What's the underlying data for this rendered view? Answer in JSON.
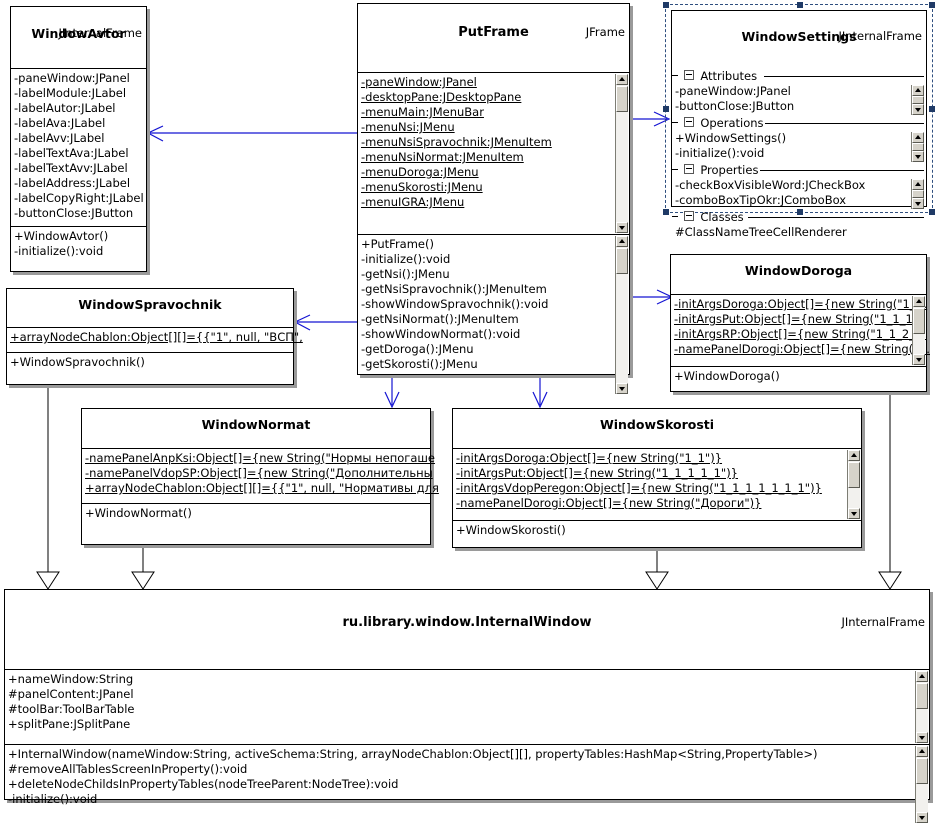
{
  "diagram": {
    "kind": "uml-class-diagram",
    "accent_line_color": "#1414d2",
    "selection_color": "#2f4f7f",
    "shadow_color": "#9a9a9a"
  },
  "classes": {
    "window_avtor": {
      "stereotype": "JInternalFrame",
      "name": "WindowAvtor",
      "attributes": [
        "-paneWindow:JPanel",
        "-labelModule:JLabel",
        "-labelAutor:JLabel",
        "-labelAva:JLabel",
        "-labelAvv:JLabel",
        "-labelTextAva:JLabel",
        "-labelTextAvv:JLabel",
        "-labelAddress:JLabel",
        "-labelCopyRight:JLabel",
        "-buttonClose:JButton"
      ],
      "operations": [
        "+WindowAvtor()",
        "-initialize():void"
      ]
    },
    "put_frame": {
      "stereotype": "JFrame",
      "name": "PutFrame",
      "attributes": [
        "-paneWindow:JPanel",
        "-desktopPane:JDesktopPane",
        "-menuMain:JMenuBar",
        "-menuNsi:JMenu",
        "-menuNsiSpravochnik:JMenuItem",
        "-menuNsiNormat:JMenuItem",
        "-menuDoroga:JMenu",
        "-menuSkorosti:JMenu",
        "-menuIGRA:JMenu"
      ],
      "operations": [
        "+PutFrame()",
        "-initialize():void",
        "-getNsi():JMenu",
        "-getNsiSpravochnik():JMenuItem",
        "-showWindowSpravochnik():void",
        "-getNsiNormat():JMenuItem",
        "-showWindowNormat():void",
        "-getDoroga():JMenu",
        "-getSkorosti():JMenu"
      ]
    },
    "window_settings": {
      "stereotype": "JInternalFrame",
      "name": "WindowSettings",
      "selected": true,
      "groups": [
        {
          "label": "Attributes",
          "rows": [
            "-paneWindow:JPanel",
            "-buttonClose:JButton"
          ]
        },
        {
          "label": "Operations",
          "rows": [
            "+WindowSettings()",
            "-initialize():void"
          ]
        },
        {
          "label": "Properties",
          "rows": [
            "-checkBoxVisibleWord:JCheckBox",
            "-comboBoxTipOkr:JComboBox"
          ]
        },
        {
          "label": "Classes",
          "rows": [
            "#ClassNameTreeCellRenderer"
          ]
        }
      ]
    },
    "window_doroga": {
      "stereotype": "",
      "name": "WindowDoroga",
      "attributes": [
        "-initArgsDoroga:Object[]={new String(\"1_…",
        "-initArgsPut:Object[]={new String(\"1_1_1…",
        "-initArgsRP:Object[]={new String(\"1_1_2_…",
        "-namePanelDorogi:Object[]={new String(\"…"
      ],
      "operations": [
        "+WindowDoroga()"
      ]
    },
    "window_spravochnik": {
      "stereotype": "",
      "name": "WindowSpravochnik",
      "attributes": [
        "+arrayNodeChablon:Object[][]={{\"1\", null, \"ВСП\","
      ],
      "operations": [
        "+WindowSpravochnik()"
      ]
    },
    "window_normat": {
      "stereotype": "",
      "name": "WindowNormat",
      "attributes": [
        "-namePanelAnpKsi:Object[]={new String(\"Нормы непогаше",
        "-namePanelVdopSP:Object[]={new String(\"Дополнительны",
        "+arrayNodeChablon:Object[][]={{\"1\", null, \"Нормативы для"
      ],
      "operations": [
        "+WindowNormat()"
      ]
    },
    "window_skorosti": {
      "stereotype": "",
      "name": "WindowSkorosti",
      "attributes": [
        "-initArgsDoroga:Object[]={new String(\"1_1\")}",
        "-initArgsPut:Object[]={new String(\"1_1_1_1_1\")}",
        "-initArgsVdopPeregon:Object[]={new String(\"1_1_1_1_1_1_1\")}",
        "-namePanelDorogi:Object[]={new String(\"Дороги\")}"
      ],
      "operations": [
        "+WindowSkorosti()"
      ]
    },
    "internal_window": {
      "stereotype": "JInternalFrame",
      "name": "ru.library.window.InternalWindow",
      "attributes": [
        "+nameWindow:String",
        "#panelContent:JPanel",
        "#toolBar:ToolBarTable",
        "+splitPane:JSplitPane"
      ],
      "operations": [
        "+InternalWindow(nameWindow:String, activeSchema:String, arrayNodeChablon:Object[][], propertyTables:HashMap<String,PropertyTable>)",
        "#removeAllTablesScreenInProperty():void",
        "+deleteNodeChildsInPropertyTables(nodeTreeParent:NodeTree):void",
        "-initialize():void"
      ]
    }
  },
  "icons": {
    "scroll_up": "scroll-up-arrow-icon",
    "scroll_down": "scroll-down-arrow-icon",
    "collapse_box": "collapse-toggle-icon",
    "generalization": "generalization-triangle-icon",
    "dependency": "dependency-arrow-icon"
  }
}
